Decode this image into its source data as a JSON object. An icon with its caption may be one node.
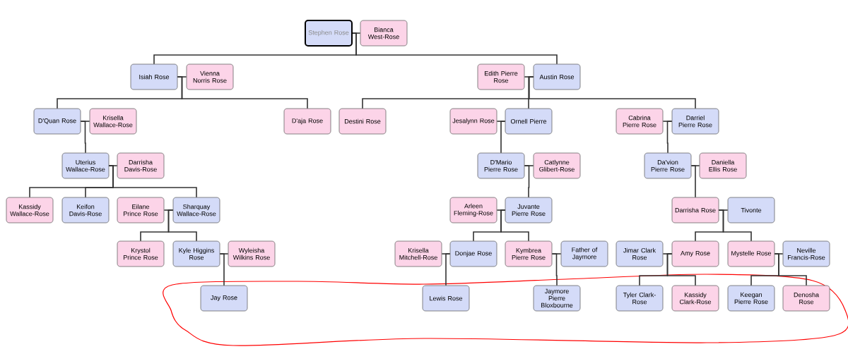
{
  "diagram": {
    "nodes": [
      {
        "text": [
          "Stephen Rose"
        ]
      },
      {
        "text": [
          "Bianca West-Rose"
        ]
      },
      {
        "text": [
          "Isiah Rose"
        ]
      },
      {
        "text": [
          "Vienna Norris Rose"
        ]
      },
      {
        "text": [
          "Edith Pierre Rose"
        ]
      },
      {
        "text": [
          "Austin Rose"
        ]
      },
      {
        "text": [
          "D'Quan Rose"
        ]
      },
      {
        "text": [
          "Krisella Wallace-Rose"
        ]
      },
      {
        "text": [
          "D'aja Rose"
        ]
      },
      {
        "text": [
          "Destini Rose"
        ]
      },
      {
        "text": [
          "Jesalynn Rose"
        ]
      },
      {
        "text": [
          "Ornell Pierre"
        ]
      },
      {
        "text": [
          "Cabrina Pierre Rose"
        ]
      },
      {
        "text": [
          "Darriel Pierre Rose"
        ]
      },
      {
        "text": [
          "Uterius Wallace-Rose"
        ]
      },
      {
        "text": [
          "Darrisha Davis-Rose"
        ]
      },
      {
        "text": [
          "D'Mario Pierre Rose"
        ]
      },
      {
        "text": [
          "Catlynne Glibert-Rose"
        ]
      },
      {
        "text": [
          "Da'vion Pierre Rose"
        ]
      },
      {
        "text": [
          "Daniella Ellis Rose"
        ]
      },
      {
        "text": [
          "Kassidy Wallace-Rose"
        ]
      },
      {
        "text": [
          "Keifon Davis-Rose"
        ]
      },
      {
        "text": [
          "Eilane Prince Rose"
        ]
      },
      {
        "text": [
          "Sharquay Wallace-Rose"
        ]
      },
      {
        "text": [
          "Arleen Fleming-Rose"
        ]
      },
      {
        "text": [
          "Juvante Pierre Rose"
        ]
      },
      {
        "text": [
          "Darrisha Rose"
        ]
      },
      {
        "text": [
          "Tivonte"
        ]
      },
      {
        "text": [
          "Krystol Prince Rose"
        ]
      },
      {
        "text": [
          "Kyle Higgins Rose"
        ]
      },
      {
        "text": [
          "Wyleisha Wilkins Rose"
        ]
      },
      {
        "text": [
          "Krisella Mitchell-Rose"
        ]
      },
      {
        "text": [
          "Donjae Rose"
        ]
      },
      {
        "text": [
          "Kymbrea Pierre Rose"
        ]
      },
      {
        "text": [
          "Father of Jaymore"
        ]
      },
      {
        "text": [
          "Jimar Clark Rose"
        ]
      },
      {
        "text": [
          "Amy Rose"
        ]
      },
      {
        "text": [
          "Mystelle Rose"
        ]
      },
      {
        "text": [
          "Neville Francis-Rose"
        ]
      },
      {
        "text": [
          "Jay Rose"
        ]
      },
      {
        "text": [
          "Lewis Rose"
        ]
      },
      {
        "text": [
          "Jaymore Pierre Bloxbourne"
        ]
      },
      {
        "text": [
          "Tyler Clark-Rose"
        ]
      },
      {
        "text": [
          "Kassidy Clark-Rose"
        ]
      },
      {
        "text": [
          "Keegan Pierre Rose"
        ]
      },
      {
        "text": [
          "Denosha Rose"
        ]
      }
    ],
    "edges": [
      {
        "from": 0,
        "to": 1,
        "arrow": "none"
      },
      {
        "from": 2,
        "to": 3,
        "arrow": "none"
      },
      {
        "from": 4,
        "to": 5,
        "arrow": "none"
      },
      {
        "from": 6,
        "to": 7,
        "arrow": "none"
      },
      {
        "from": 10,
        "to": 11,
        "arrow": "none"
      },
      {
        "from": 12,
        "to": 13,
        "arrow": "none"
      },
      {
        "from": 14,
        "to": 15,
        "arrow": "none"
      },
      {
        "from": 16,
        "to": 17,
        "arrow": "none"
      },
      {
        "from": 18,
        "to": 19,
        "arrow": "none"
      },
      {
        "from": 22,
        "to": 23,
        "arrow": "none"
      },
      {
        "from": 24,
        "to": 25,
        "arrow": "none"
      },
      {
        "from": 26,
        "to": 27,
        "arrow": "none"
      },
      {
        "from": 29,
        "to": 30,
        "arrow": "none"
      },
      {
        "from": 31,
        "to": 32,
        "arrow": "none"
      },
      {
        "from": 33,
        "to": 34,
        "arrow": "none"
      },
      {
        "from": 35,
        "to": 36,
        "arrow": "none"
      },
      {
        "from": 37,
        "to": 38,
        "arrow": "none"
      },
      {
        "from": 0,
        "to": 2,
        "arrow": "none"
      },
      {
        "from": 0,
        "to": 5,
        "arrow": "none"
      },
      {
        "from": 2,
        "to": 6,
        "arrow": "none"
      },
      {
        "from": 2,
        "to": 8,
        "arrow": "none"
      },
      {
        "from": 5,
        "to": 9,
        "arrow": "none"
      },
      {
        "from": 5,
        "to": 11,
        "arrow": "none"
      },
      {
        "from": 5,
        "to": 13,
        "arrow": "none"
      },
      {
        "from": 6,
        "to": 14,
        "arrow": "none"
      },
      {
        "from": 11,
        "to": 16,
        "arrow": "none"
      },
      {
        "from": 13,
        "to": 18,
        "arrow": "none"
      },
      {
        "from": 14,
        "to": 20,
        "arrow": "none"
      },
      {
        "from": 14,
        "to": 21,
        "arrow": "none"
      },
      {
        "from": 14,
        "to": 23,
        "arrow": "none"
      },
      {
        "from": 16,
        "to": 25,
        "arrow": "none"
      },
      {
        "from": 18,
        "to": 26,
        "arrow": "none"
      },
      {
        "from": 23,
        "to": 28,
        "arrow": "none"
      },
      {
        "from": 23,
        "to": 29,
        "arrow": "none"
      },
      {
        "from": 25,
        "to": 32,
        "arrow": "none"
      },
      {
        "from": 25,
        "to": 33,
        "arrow": "none"
      },
      {
        "from": 26,
        "to": 36,
        "arrow": "none"
      },
      {
        "from": 26,
        "to": 37,
        "arrow": "none"
      },
      {
        "from": 29,
        "to": 39,
        "arrow": "none"
      },
      {
        "from": 32,
        "to": 40,
        "arrow": "none"
      },
      {
        "from": 33,
        "to": 41,
        "arrow": "none"
      },
      {
        "from": 36,
        "to": 42,
        "arrow": "none"
      },
      {
        "from": 36,
        "to": 43,
        "arrow": "none"
      },
      {
        "from": 37,
        "to": 44,
        "arrow": "none"
      },
      {
        "from": 37,
        "to": 45,
        "arrow": "none"
      }
    ]
  }
}
